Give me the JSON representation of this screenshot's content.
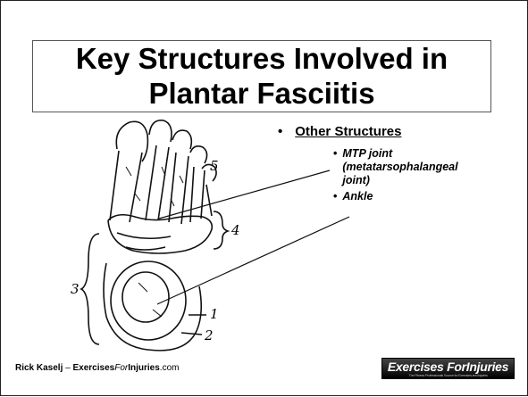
{
  "title": {
    "line1": "Key Structures Involved in",
    "line2": "Plantar Fasciitis"
  },
  "bullets": {
    "heading_bullet": "•",
    "heading": "Other Structures",
    "sub_bullet": "•",
    "items": [
      {
        "text_a": "MTP joint",
        "text_b": "(metatarsophalangeal",
        "text_c": "joint)"
      },
      {
        "text_a": "Ankle"
      }
    ]
  },
  "figure": {
    "labels": [
      "5",
      "4",
      "3",
      "1",
      "2"
    ]
  },
  "footer": {
    "name": "Rick Kaselj",
    "sep": " – ",
    "site_a": "Exercises",
    "site_b": "For",
    "site_c": "Injuries",
    "site_d": ".com"
  },
  "logo": {
    "text": "Exercises ForInjuries",
    "tagline": "The Fitness Professionals Source for Exercises and Injuries"
  }
}
